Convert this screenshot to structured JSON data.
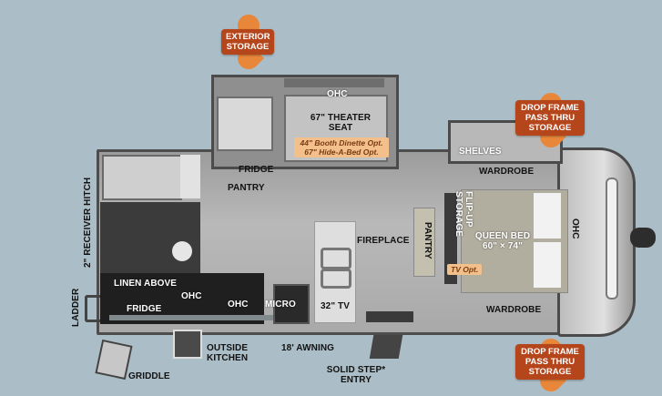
{
  "diagram": {
    "type": "rv-floorplan",
    "background_color": "#abbdc7",
    "callout_color": "#b5451b",
    "callout_tip_color": "#e8873a",
    "option_color": "#f3c08c"
  },
  "callouts": {
    "exterior_storage": {
      "line1": "EXTERIOR",
      "line2": "STORAGE"
    },
    "drop_frame_top": {
      "line1": "DROP FRAME",
      "line2": "PASS THRU",
      "line3": "STORAGE"
    },
    "drop_frame_bottom": {
      "line1": "DROP FRAME",
      "line2": "PASS THRU",
      "line3": "STORAGE"
    }
  },
  "slideout": {
    "ohc": "OHC",
    "theater_seat_line1": "67\" THEATER",
    "theater_seat_line2": "SEAT",
    "option_line1": "44\" Booth Dinette Opt.",
    "option_line2": "67\" Hide-A-Bed Opt."
  },
  "labels": {
    "fridge_top": "FRIDGE",
    "pantry_left": "PANTRY",
    "receiver_hitch": "2\" RECEIVER HITCH",
    "fireplace": "FIREPLACE",
    "pantry_right": "PANTRY",
    "flip_up_storage_line1": "FLIP-UP",
    "flip_up_storage_line2": "STORAGE",
    "queen_bed_line1": "QUEEN BED",
    "queen_bed_line2": "60\" × 74\"",
    "tv_opt": "TV Opt.",
    "ohc_front": "OHC",
    "shelves": "SHELVES",
    "wardrobe_top": "WARDROBE",
    "wardrobe_bottom": "WARDROBE",
    "linen_above": "LINEN ABOVE",
    "ohc_rear": "OHC",
    "fridge_outside": "FRIDGE",
    "ohc_kitchen": "OHC",
    "micro": "MICRO",
    "tv_32": "32\" TV",
    "ladder": "LADDER",
    "outside_kitchen_line1": "OUTSIDE",
    "outside_kitchen_line2": "KITCHEN",
    "awning": "18' AWNING",
    "solid_step_line1": "SOLID STEP*",
    "solid_step_line2": "ENTRY",
    "griddle": "GRIDDLE"
  }
}
